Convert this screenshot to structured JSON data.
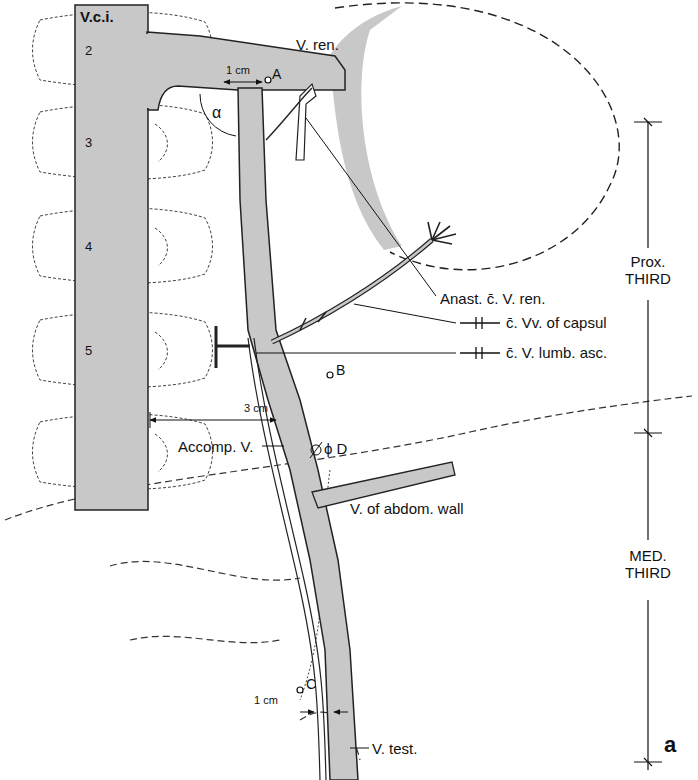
{
  "diagram": {
    "labels": [
      "V.c.i.",
      "2",
      "3",
      "4",
      "5",
      "V. ren.",
      "1 cm",
      "A",
      "α",
      "Anast. c̄. V. ren.",
      "c̄. Vv. of capsul",
      "c̄. V. lumb. asc.",
      "B",
      "3 cm",
      "Accomp. V.",
      "ϕ D",
      "V. of abdom. wall",
      "C",
      "1 cm",
      "V. test.",
      "Prox. THIRD",
      "MED. THIRD",
      "a"
    ]
  }
}
